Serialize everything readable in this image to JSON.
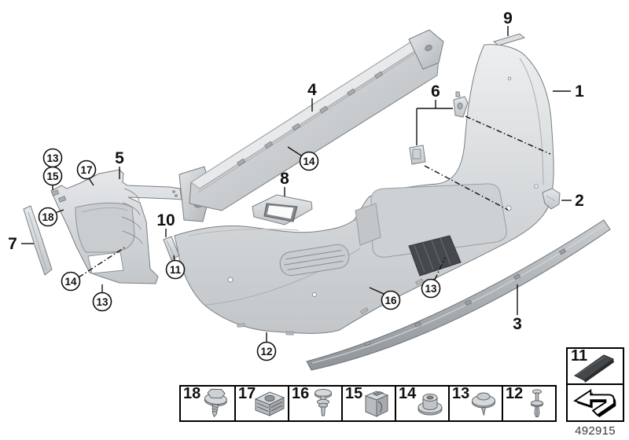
{
  "callouts": {
    "plain": [
      {
        "id": "p9",
        "label": "9"
      },
      {
        "id": "p1",
        "label": "1"
      },
      {
        "id": "p4",
        "label": "4"
      },
      {
        "id": "p6",
        "label": "6"
      },
      {
        "id": "p8",
        "label": "8"
      },
      {
        "id": "p5",
        "label": "5"
      },
      {
        "id": "p7",
        "label": "7"
      },
      {
        "id": "p10",
        "label": "10"
      },
      {
        "id": "p2",
        "label": "2"
      },
      {
        "id": "p3",
        "label": "3"
      }
    ],
    "circled": [
      {
        "id": "c13a",
        "label": "13"
      },
      {
        "id": "c15",
        "label": "15"
      },
      {
        "id": "c17",
        "label": "17"
      },
      {
        "id": "c18",
        "label": "18"
      },
      {
        "id": "c14a",
        "label": "14"
      },
      {
        "id": "c13b",
        "label": "13"
      },
      {
        "id": "c11",
        "label": "11"
      },
      {
        "id": "c14b",
        "label": "14"
      },
      {
        "id": "c16",
        "label": "16"
      },
      {
        "id": "c13c",
        "label": "13"
      },
      {
        "id": "c12",
        "label": "12"
      }
    ]
  },
  "legend": {
    "cells": [
      {
        "number": "18",
        "icon": "hex-screw-with-washer-icon"
      },
      {
        "number": "17",
        "icon": "cage-nut-icon"
      },
      {
        "number": "16",
        "icon": "expansion-rivet-icon"
      },
      {
        "number": "15",
        "icon": "clip-nut-icon"
      },
      {
        "number": "14",
        "icon": "flange-nut-icon"
      },
      {
        "number": "13",
        "icon": "washer-head-screw-icon"
      },
      {
        "number": "12",
        "icon": "push-rivet-icon"
      }
    ],
    "insert_box": {
      "number": "11",
      "icon": "adhesive-strip-icon"
    },
    "nav_box": {
      "icon": "return-arrow-icon"
    }
  },
  "footer": {
    "diagram_number": "492915"
  },
  "colors": {
    "part_fill": "#d6d9db",
    "part_shade": "#b9bdc0",
    "part_edge": "#7a7f83",
    "line": "#101010",
    "dark_detail": "#45484b",
    "background": "#ffffff"
  }
}
